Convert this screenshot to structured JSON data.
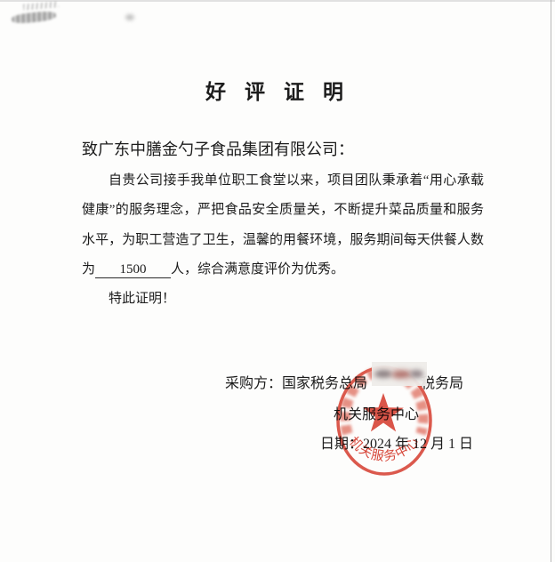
{
  "page": {
    "title": "好评证明",
    "salutation": "致广东中膳金勺子食品集团有限公司：",
    "body": {
      "before_value": "自贵公司接手我单位职工食堂以来，项目团队秉承着“用心承载健康”的服务理念，严把食品安全质量关，不断提升菜品质量和服务水平，为职工营造了卫生，温馨的用餐环境，服务期间每天供餐人数为",
      "daily_diners": "1500",
      "after_value": "人，综合满意度评价为优秀。"
    },
    "closing": "特此证明！",
    "signature": {
      "purchaser_prefix": "采购方：国家税务总局",
      "purchaser_suffix": "税务局",
      "department": "机关服务中心",
      "date": "日期：2024 年 12 月 1 日"
    },
    "seal": {
      "bottom_text": "机关服务中心",
      "color": "#d6382a"
    }
  }
}
